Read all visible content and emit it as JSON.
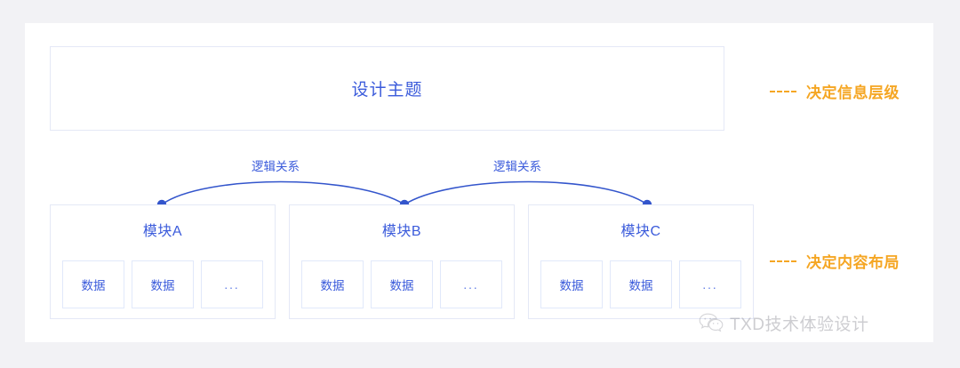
{
  "theme": {
    "accent_blue": "#3b5bdb",
    "link_blue": "#3355cc",
    "annotation_orange": "#f5a623",
    "box_border": "#e4e8f6",
    "leaf_border": "#e1e8fa",
    "page_background": "#f2f2f5",
    "card_background": "#ffffff"
  },
  "title_box": {
    "label": "设计主题"
  },
  "annotations": [
    {
      "label": "决定信息层级",
      "marker": "dashed-line"
    },
    {
      "label": "决定内容布局",
      "marker": "dashed-line"
    }
  ],
  "relationship_labels": [
    {
      "label": "逻辑关系"
    },
    {
      "label": "逻辑关系"
    }
  ],
  "modules": [
    {
      "title": "模块A",
      "leaves": [
        {
          "label": "数据"
        },
        {
          "label": "数据"
        },
        {
          "label": "..."
        }
      ]
    },
    {
      "title": "模块B",
      "leaves": [
        {
          "label": "数据"
        },
        {
          "label": "数据"
        },
        {
          "label": "..."
        }
      ]
    },
    {
      "title": "模块C",
      "leaves": [
        {
          "label": "数据"
        },
        {
          "label": "数据"
        },
        {
          "label": "..."
        }
      ]
    }
  ],
  "watermark": {
    "text": "TXD技术体验设计",
    "icon": "wechat-icon"
  }
}
